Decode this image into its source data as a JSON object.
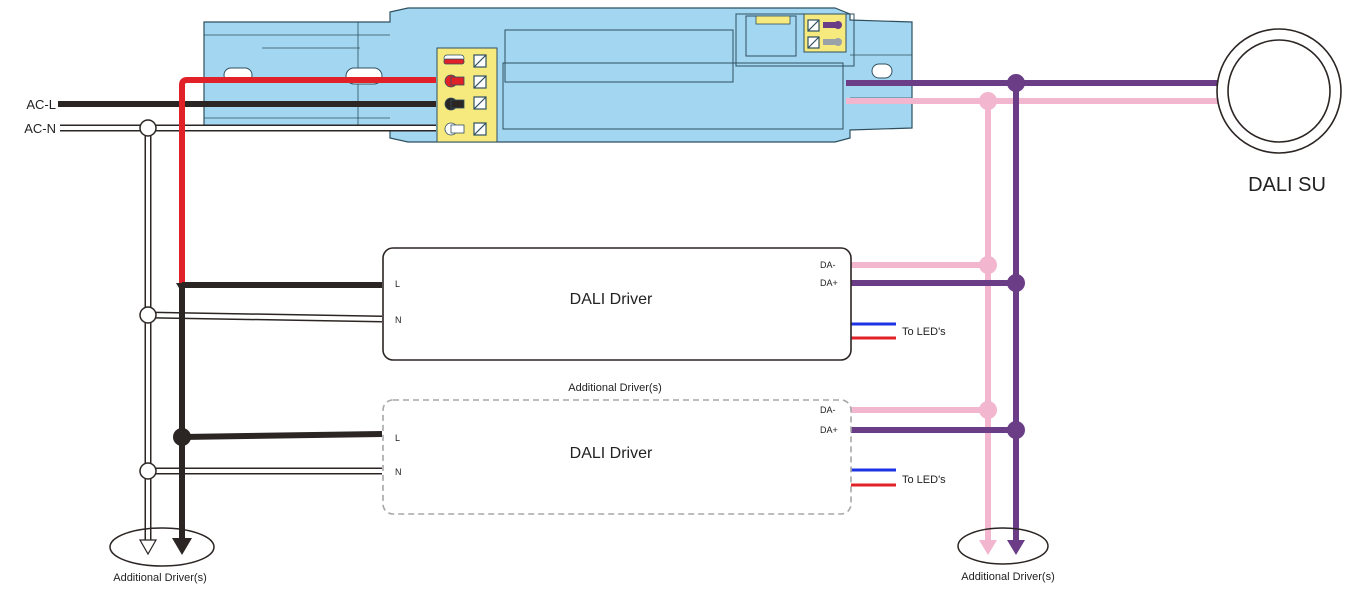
{
  "labels": {
    "ac_l": "AC-L",
    "ac_n": "AC-N",
    "dali_su": "DALI SU",
    "driver_title": "DALI  Driver",
    "driver2_title": "DALI  Driver",
    "terminal_l": "L",
    "terminal_n": "N",
    "terminal_da_minus": "DA-",
    "terminal_da_plus": "DA+",
    "to_leds": "To LED's",
    "to_leds_2": "To LED's",
    "additional_drivers_top": "Additional Driver(s)",
    "additional_drivers_left": "Additional Driver(s)",
    "additional_drivers_right": "Additional Driver(s)"
  },
  "colors": {
    "live_red": "#e02127",
    "line_black": "#2b2523",
    "dali_purple": "#6a3d86",
    "dali_pink": "#f3b6cf",
    "module_blue": "#a3d7f1",
    "terminal_yellow": "#f6ea7e",
    "led_blue": "#1d33e6",
    "led_red": "#e02127"
  },
  "icons": {
    "sensor": "dali-sensor-unit-icon",
    "arrow_down": "arrow-down-icon",
    "junction": "wire-junction-dot-icon"
  }
}
